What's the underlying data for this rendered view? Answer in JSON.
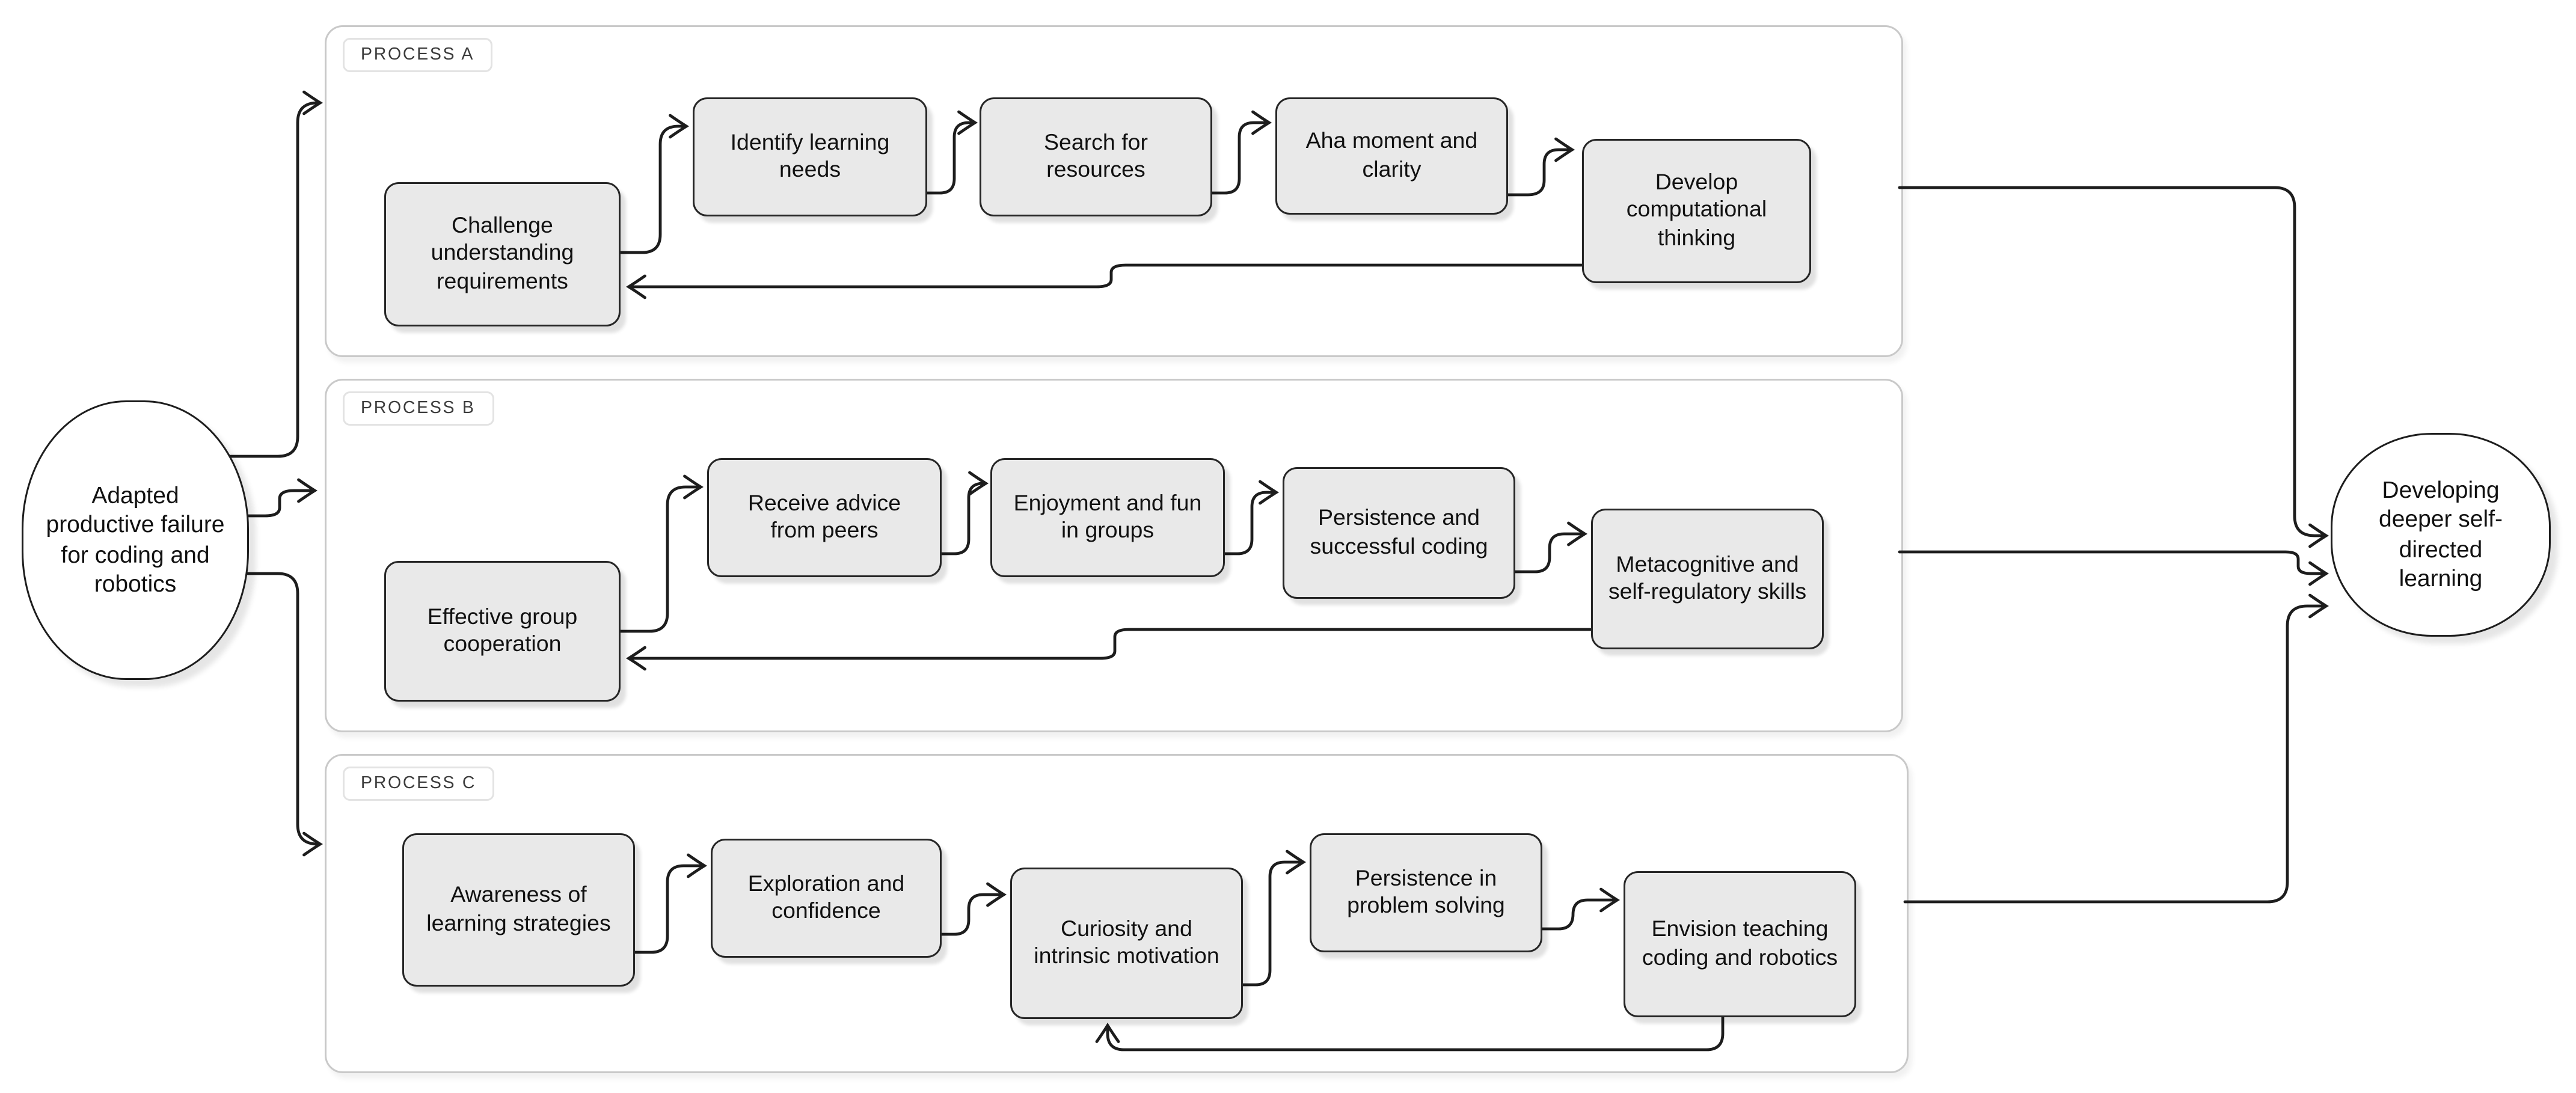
{
  "accent_colors": {
    "node_fill": "#e9e9e9",
    "node_border": "#262626",
    "container_border": "#c9c9c9",
    "line": "#1d1d1d"
  },
  "input_node": {
    "label": "Adapted productive failure for coding and robotics"
  },
  "output_node": {
    "label": "Developing deeper self-directed learning"
  },
  "processes": [
    {
      "label": "PROCESS A",
      "steps": [
        "Challenge understanding requirements",
        "Identify learning needs",
        "Search for resources",
        "Aha moment and clarity",
        "Develop computational thinking"
      ]
    },
    {
      "label": "PROCESS B",
      "steps": [
        "Effective group cooperation",
        "Receive advice from peers",
        "Enjoyment and fun in groups",
        "Persistence and successful coding",
        "Metacognitive and self-regulatory skills"
      ]
    },
    {
      "label": "PROCESS C",
      "steps": [
        "Awareness of learning strategies",
        "Exploration and confidence",
        "Curiosity and intrinsic motivation",
        "Persistence in problem solving",
        "Envision teaching coding and robotics"
      ]
    }
  ]
}
